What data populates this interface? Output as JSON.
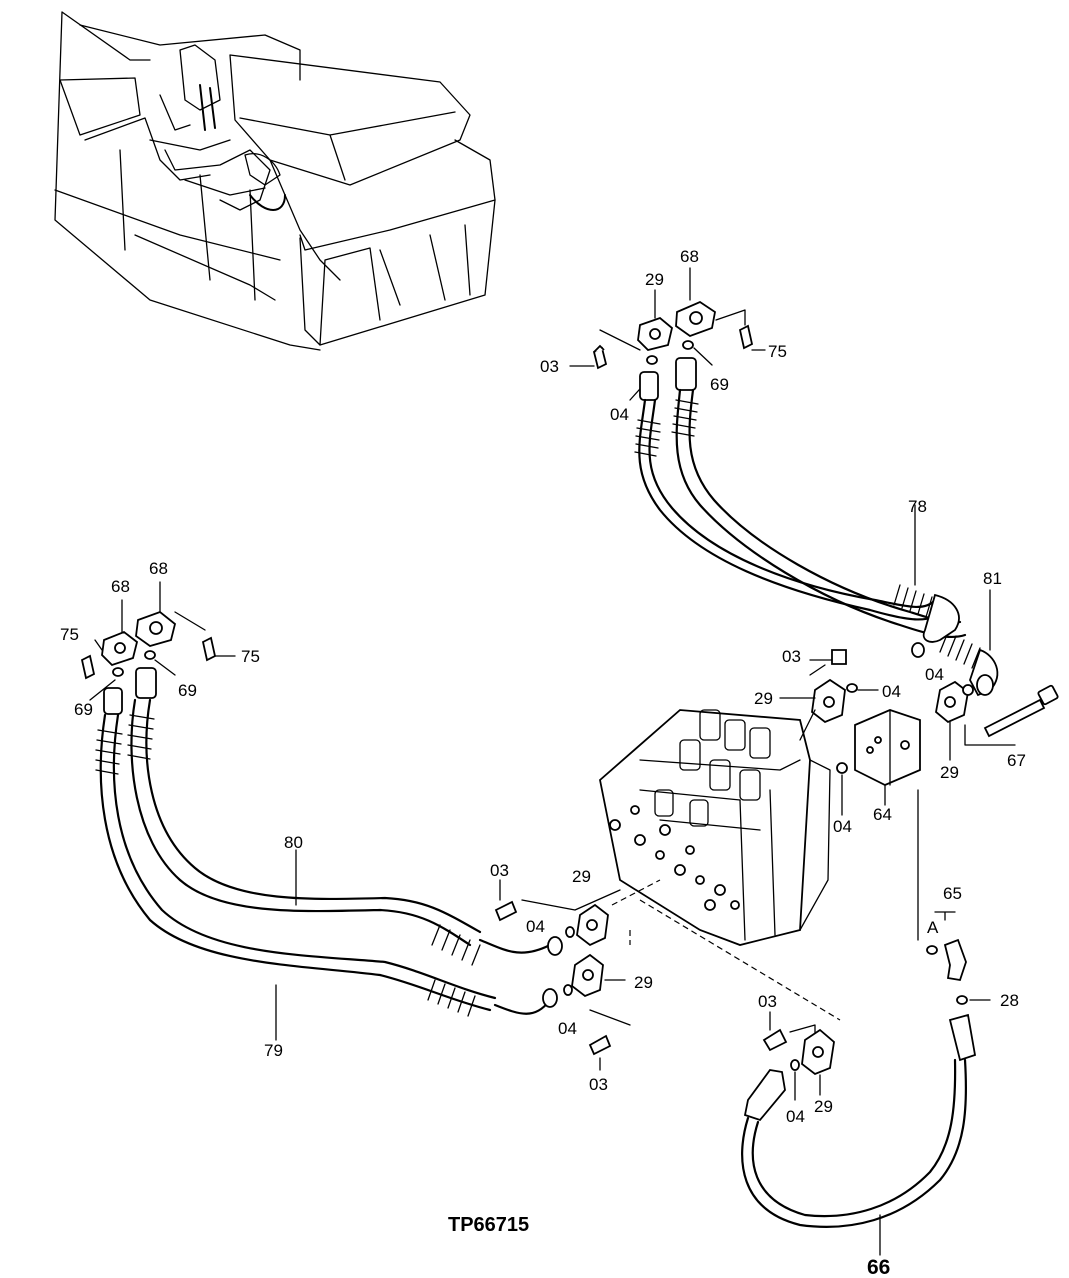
{
  "figure_id": "TP66715",
  "callouts": {
    "c_68_top": "68",
    "c_29_top": "29",
    "c_03_top": "03",
    "c_75_top": "75",
    "c_04_top": "04",
    "c_69_top": "69",
    "c_78": "78",
    "c_81": "81",
    "c_68_left_a": "68",
    "c_68_left_b": "68",
    "c_75_left": "75",
    "c_75_left_b": "75",
    "c_69_left_a": "69",
    "c_69_left_b": "69",
    "c_03_mid": "03",
    "c_04_mid_a": "04",
    "c_04_mid_b": "04",
    "c_29_mid": "29",
    "c_67": "67",
    "c_29_right": "29",
    "c_04_right": "04",
    "c_64": "64",
    "c_80": "80",
    "c_03_low": "03",
    "c_29_low_a": "29",
    "c_04_low_a": "04",
    "c_29_low_b": "29",
    "c_04_low_b": "04",
    "c_03_low_b": "03",
    "c_79": "79",
    "c_65": "65",
    "c_A": "A",
    "c_28": "28",
    "c_03_bot": "03",
    "c_04_bot": "04",
    "c_29_bot": "29",
    "c_66": "66"
  }
}
